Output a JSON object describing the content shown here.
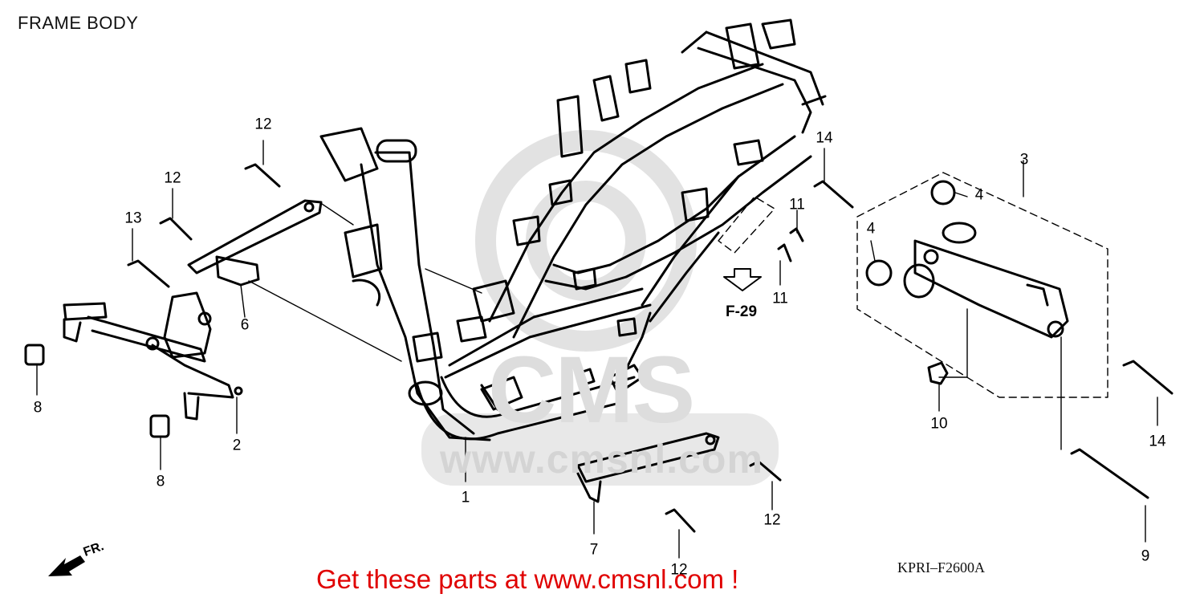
{
  "header": {
    "title": "FRAME BODY"
  },
  "figure_code": "KPRI–F2600A",
  "reference": {
    "label": "F-29"
  },
  "direction": {
    "label": "FR."
  },
  "promo": {
    "text": "Get these parts at www.cmsnl.com !",
    "color": "#e00000"
  },
  "watermark": {
    "logo_text": "CMS",
    "url_text": "www.cmsnl.com"
  },
  "callouts": {
    "c1": "1",
    "c2": "2",
    "c3": "3",
    "c4a": "4",
    "c4b": "4",
    "c6": "6",
    "c7": "7",
    "c8a": "8",
    "c8b": "8",
    "c9": "9",
    "c10": "10",
    "c11a": "11",
    "c11b": "11",
    "c12a": "12",
    "c12b": "12",
    "c12c": "12",
    "c12d": "12",
    "c13": "13",
    "c14a": "14",
    "c14b": "14"
  }
}
